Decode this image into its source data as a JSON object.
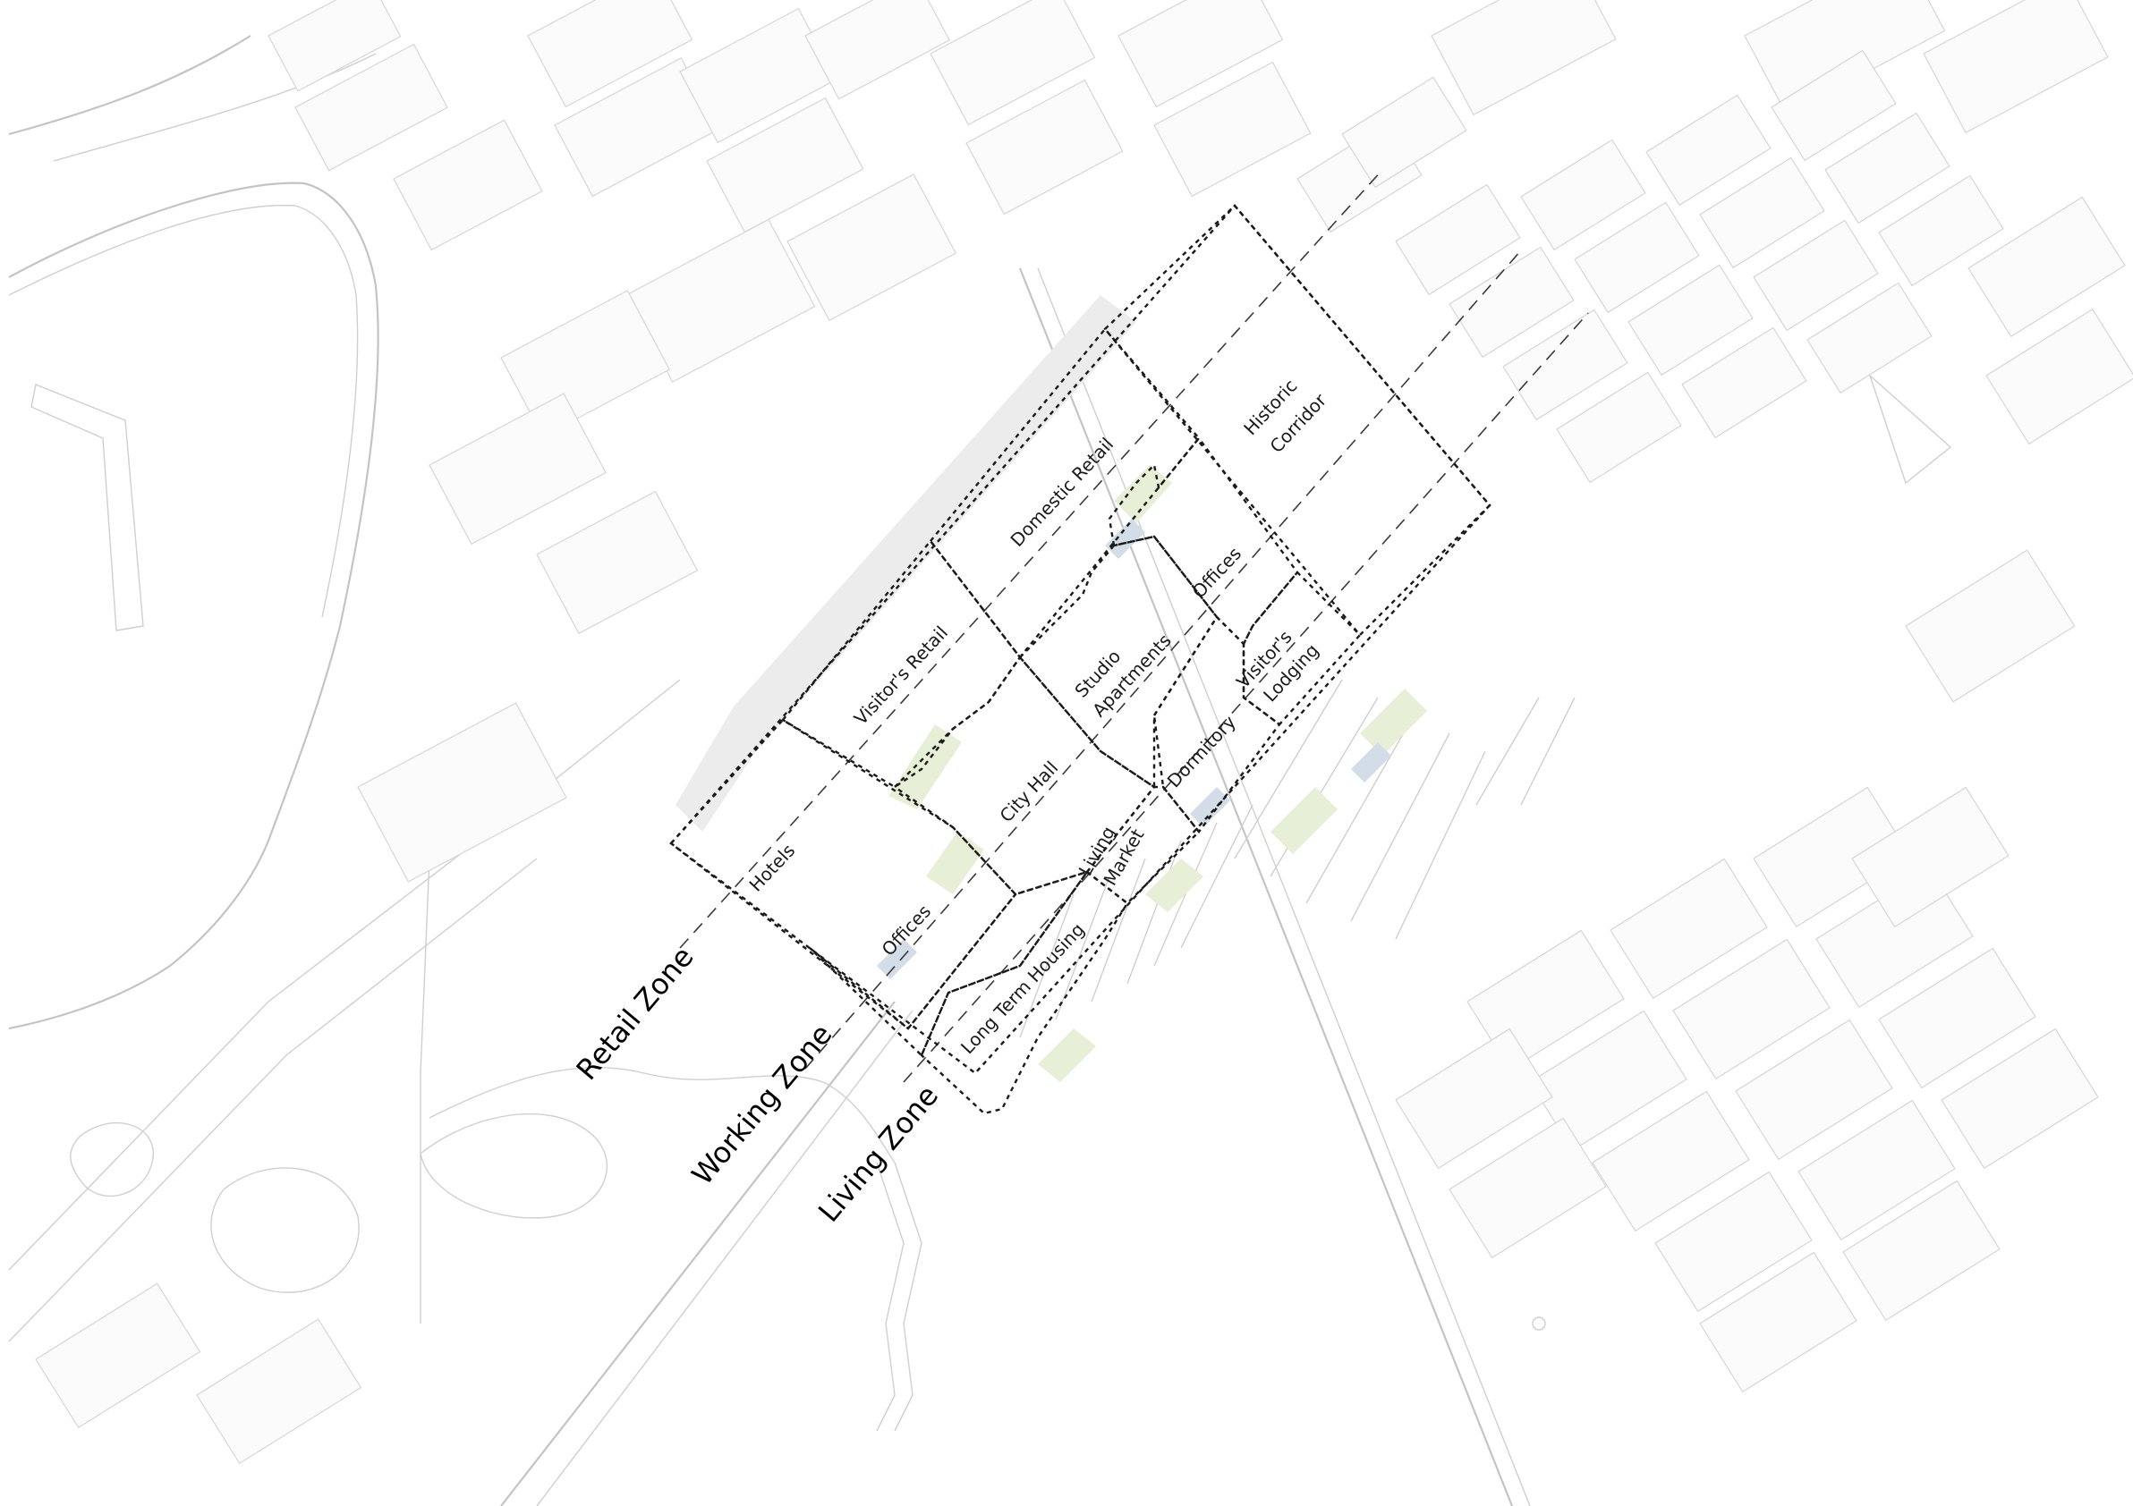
{
  "labels": {
    "hotels": "Hotels",
    "visitors_retail": "Visitor's Retail",
    "domestic_retail": "Domestic Retail",
    "historic_line1": "Historic",
    "historic_line2": "Corridor",
    "offices_top": "Offices",
    "studio_line1": "Studio",
    "studio_line2": "Apartments",
    "visitors_lodging_line1": "Visitor's",
    "visitors_lodging_line2": "Lodging",
    "city_hall": "City Hall",
    "dormitory": "Dormitory",
    "living_market_line1": "Living",
    "living_market_line2": "Market",
    "offices_bottom": "Offices",
    "long_term_housing": "Long Term Housing"
  },
  "zones": {
    "retail": "Retail Zone",
    "working": "Working Zone",
    "living": "Living Zone"
  },
  "colors": {
    "zone_outline": "#1a1a1a",
    "base_lines": "#cfcfcf",
    "green_space": "#e7f0d6",
    "water_blue": "#d3dde8"
  }
}
